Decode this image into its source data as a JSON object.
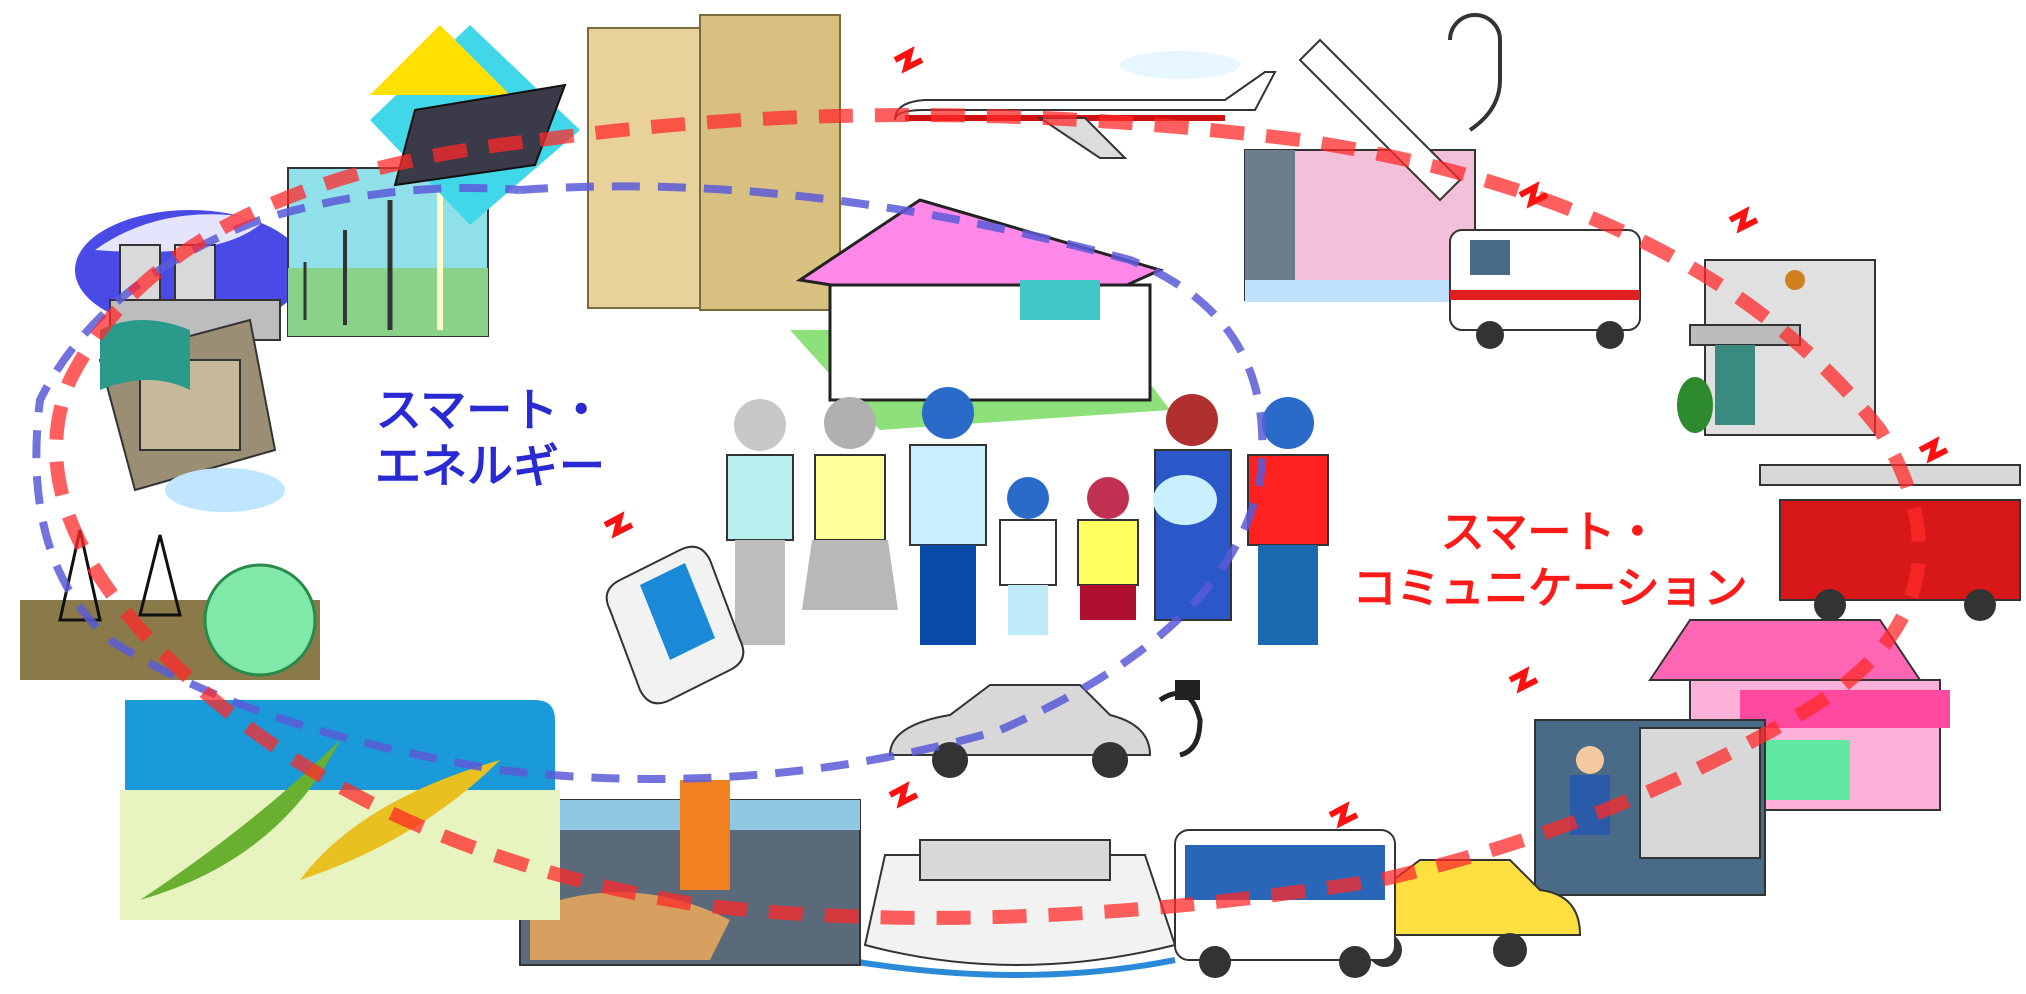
{
  "labels": {
    "smart_energy": {
      "line1": "スマート・",
      "line2": "エネルギー"
    },
    "smart_communication": {
      "line1": "スマート・",
      "line2": "コミュニケーション"
    }
  },
  "colors": {
    "energy_loop": "#5a5ad8",
    "communication_loop": "#ff2a2a",
    "signal": "#ff1010"
  }
}
